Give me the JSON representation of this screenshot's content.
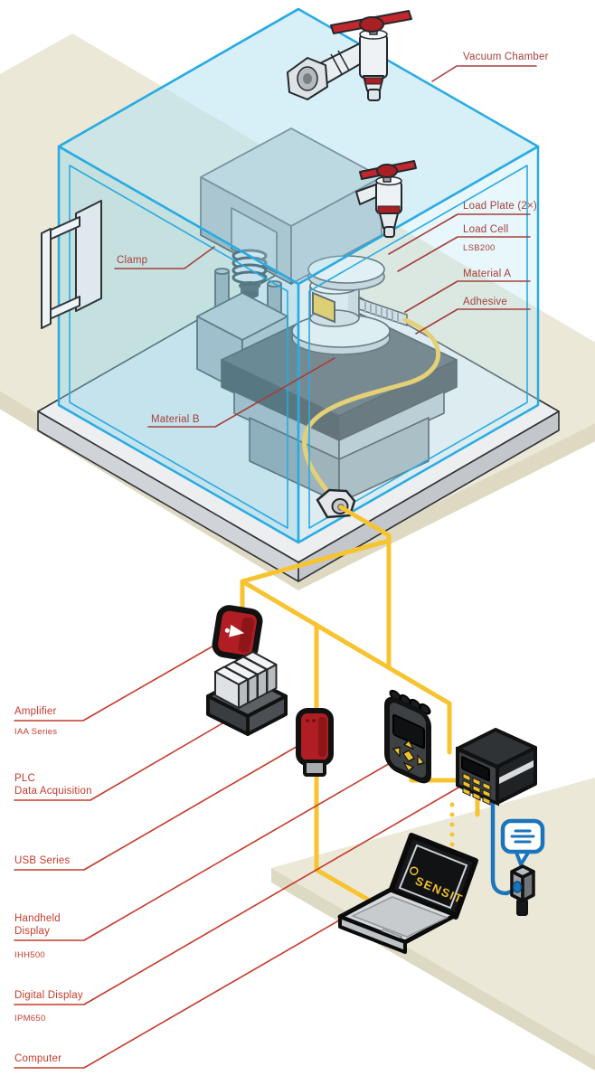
{
  "labels": {
    "vacuum_chamber": "Vacuum Chamber",
    "load_plate": "Load Plate (2×)",
    "load_cell": "Load Cell",
    "load_cell_model": "LSB200",
    "material_a": "Material A",
    "adhesive": "Adhesive",
    "clamp": "Clamp",
    "material_b": "Material B",
    "amplifier": "Amplifier",
    "amplifier_series": "IAA Series",
    "plc_line1": "PLC",
    "plc_line2": "Data Acquisition",
    "usb_series": "USB Series",
    "handheld_line1": "Handheld",
    "handheld_line2": "Display",
    "handheld_model": "IHH500",
    "digital_display": "Digital Display",
    "digital_display_model": "IPM650",
    "computer": "Computer",
    "laptop_logo": "SENSIT"
  },
  "colors": {
    "chamber_outline": "#29abe2",
    "cable_yellow": "#f7c331",
    "cable_blue": "#1b75bc",
    "label_maroon": "#a5403d",
    "label_red": "#c43b2c",
    "device_red": "#b01e24",
    "table_beige": "#ebe8d8"
  }
}
